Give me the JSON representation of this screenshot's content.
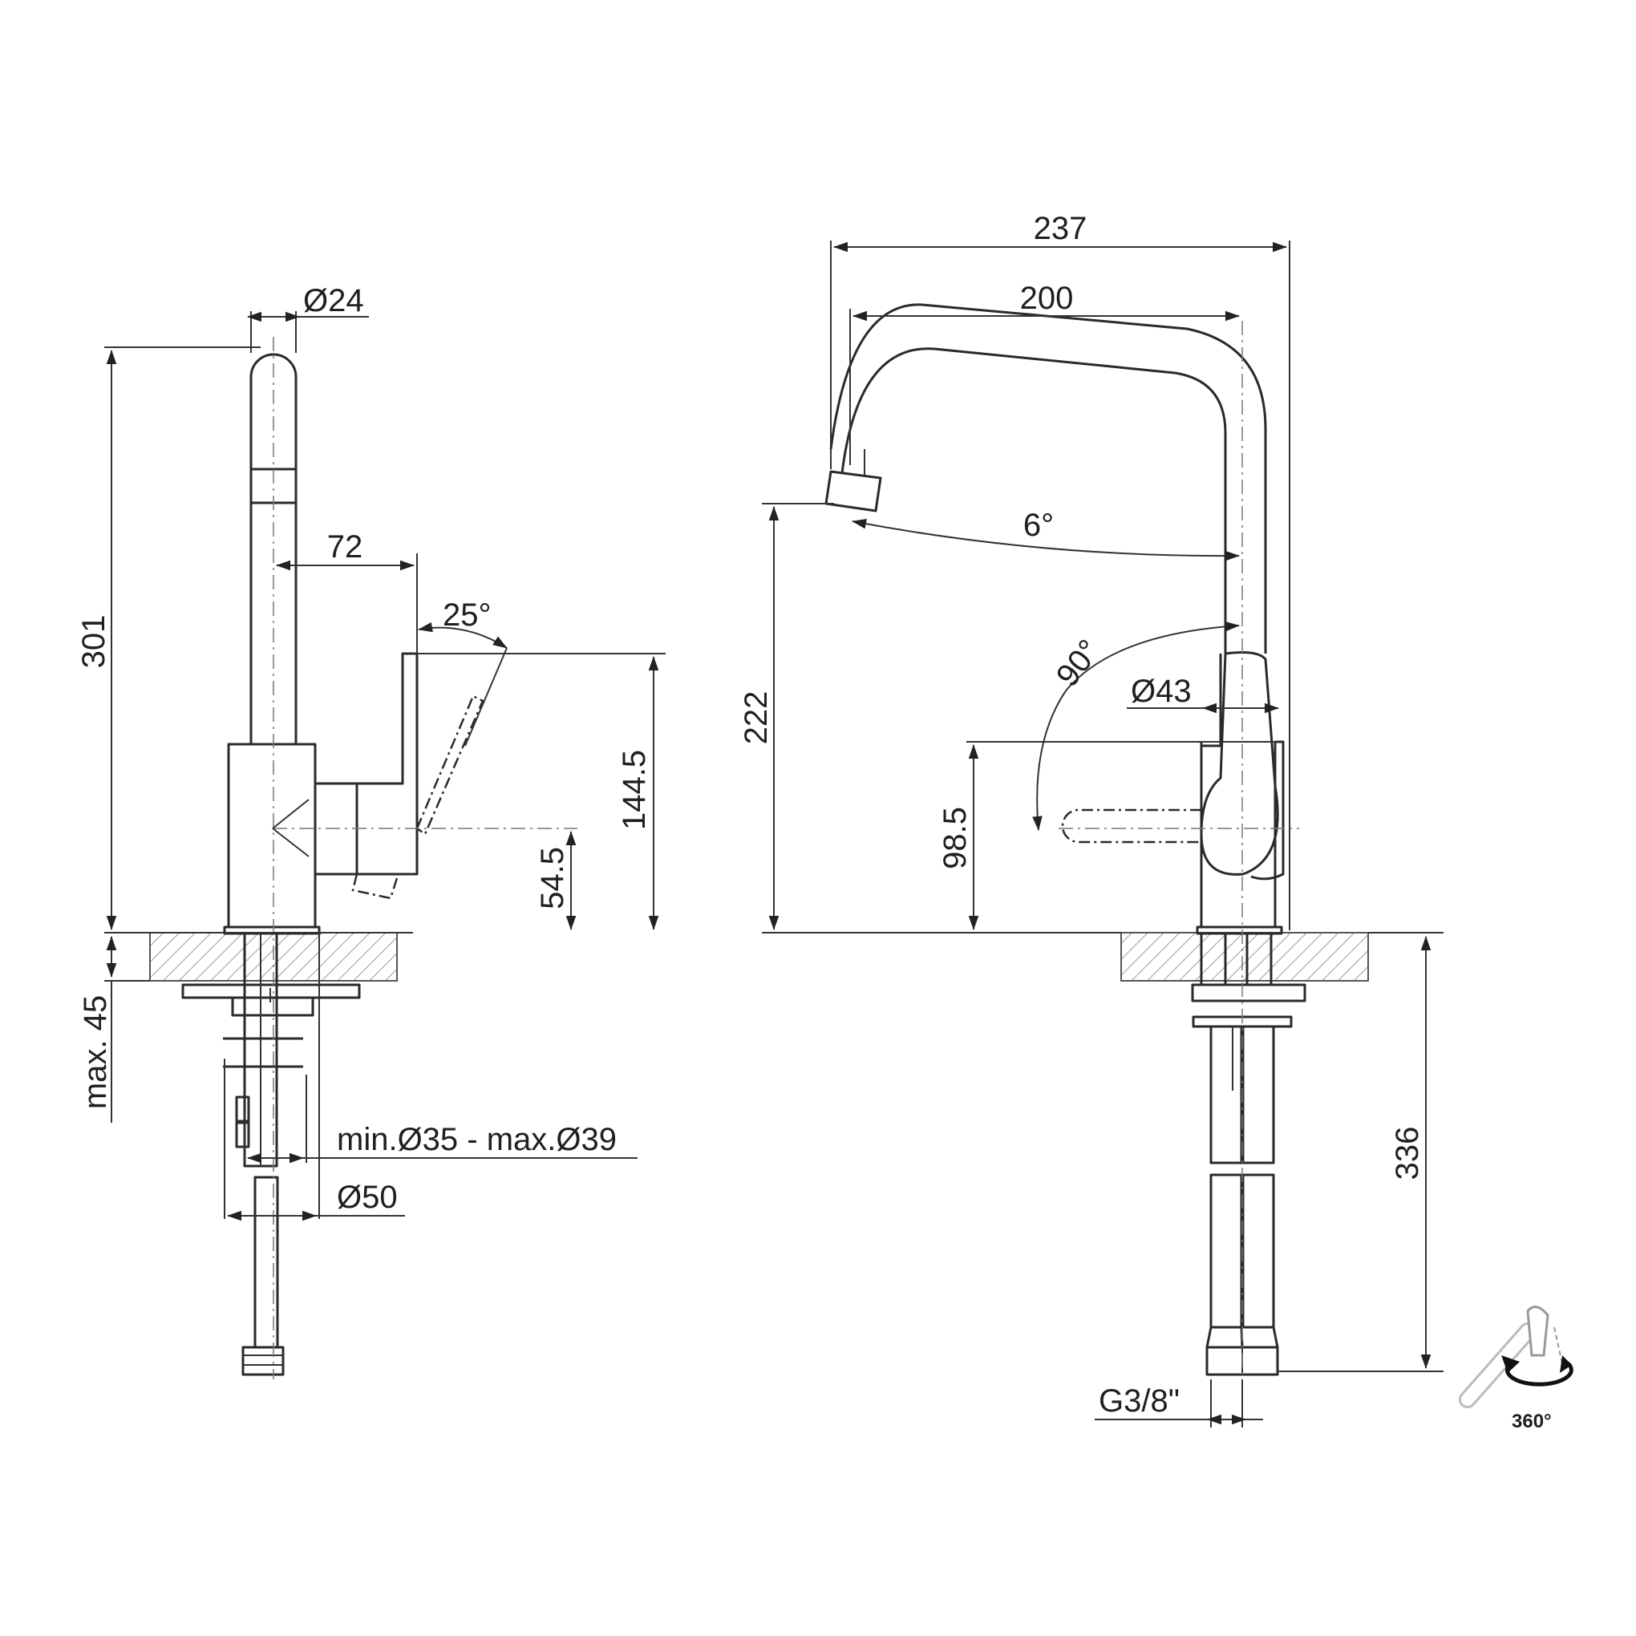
{
  "views": {
    "side": {
      "dimensions": {
        "d24": "Ø24",
        "h301": "301",
        "w72": "72",
        "a25": "25°",
        "h144": "144.5",
        "h54": "54.5",
        "max45": "max. 45",
        "hole": "min.Ø35 - max.Ø39",
        "d50": "Ø50"
      }
    },
    "front": {
      "dimensions": {
        "w237": "237",
        "w200": "200",
        "a6": "6°",
        "a90": "90°",
        "d43": "Ø43",
        "h222": "222",
        "h98": "98.5",
        "h336": "336",
        "g38": "G3/8\""
      }
    }
  },
  "rotation_badge": {
    "label": "360°",
    "icon": "rotate-360-icon"
  }
}
